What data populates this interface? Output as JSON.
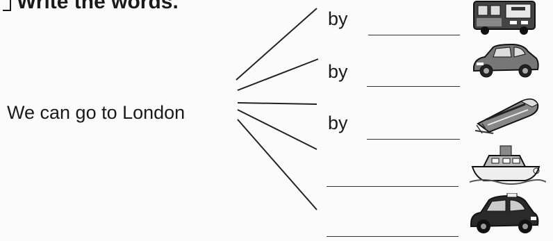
{
  "header": {
    "text": "Write the words."
  },
  "sentence": {
    "subject": "We can go to London"
  },
  "rows": [
    {
      "prefix": "by",
      "answer": "",
      "picture": "bus-icon"
    },
    {
      "prefix": "by",
      "answer": "",
      "picture": "car-icon"
    },
    {
      "prefix": "by",
      "answer": "",
      "picture": "train-icon"
    },
    {
      "prefix": "",
      "answer": "",
      "picture": "boat-icon"
    },
    {
      "prefix": "",
      "answer": "",
      "picture": "taxi-icon"
    }
  ]
}
